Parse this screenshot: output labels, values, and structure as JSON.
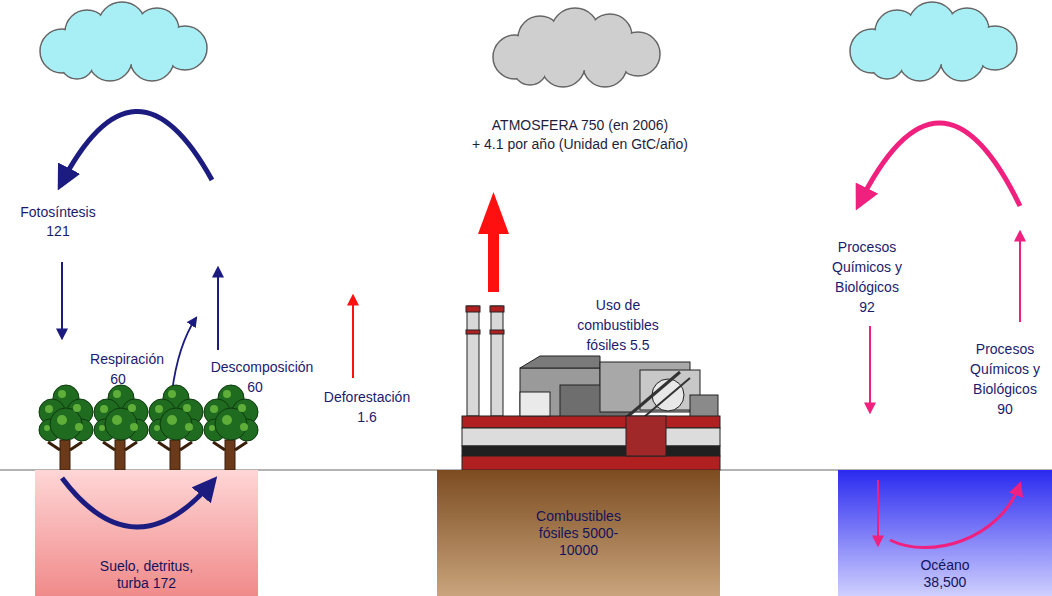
{
  "diagram": {
    "nodes": [
      {
        "text": [
          "Suelo, detritus, turba 172"
        ]
      },
      {
        "text": [
          "Combustibles fósiles 5000-10000"
        ]
      },
      {
        "text": [
          "Océano 38,500"
        ]
      }
    ],
    "labels": [
      "ATMOSFERA 750 (en 2006)",
      "+ 4.1 por año (Unidad en GtC/año)",
      "Fotosíntesis",
      "121",
      "Respiración",
      "60",
      "Descomposición",
      "60",
      "Deforestación",
      "1.6",
      "Uso de",
      "combustibles",
      "fósiles 5.5",
      "Procesos",
      "Químicos y",
      "Biológicos",
      "92",
      "Procesos",
      "Químicos y",
      "Biológicos",
      "90"
    ]
  }
}
